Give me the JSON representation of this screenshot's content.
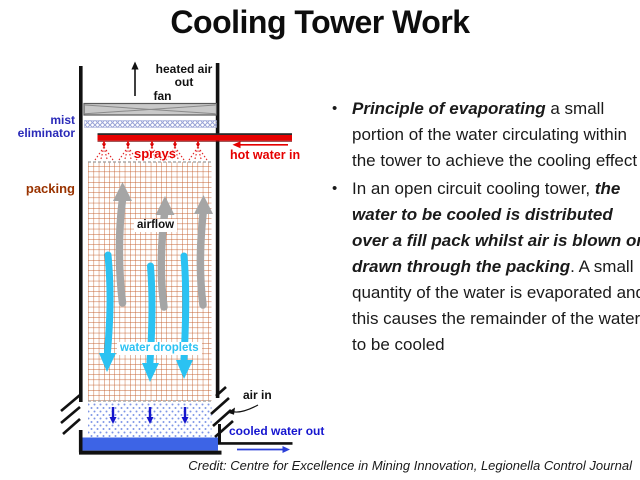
{
  "slide": {
    "title": "Cooling Tower Work",
    "bullet_glyph": "•",
    "credit": "Credit: Centre for Excellence in Mining Innovation, Legionella Control Journal"
  },
  "bullets": [
    {
      "segments": [
        {
          "style": "bold-italic",
          "text": "Principle of evaporating"
        },
        {
          "style": "regular",
          "text": " a small portion of the water circulating within the tower to achieve the cooling effect"
        }
      ]
    },
    {
      "segments": [
        {
          "style": "regular",
          "text": "In an open circuit cooling tower, "
        },
        {
          "style": "bold-italic",
          "text": "the water to be cooled is distributed over a fill pack whilst air is blown or drawn through the packing"
        },
        {
          "style": "regular",
          "text": ". A small quantity of the water is evaporated and this causes the remainder of the water to be cooled"
        }
      ]
    }
  ],
  "diagram": {
    "labels": {
      "heated_air": {
        "line1": "heated air",
        "line2": "out"
      },
      "fan": "fan",
      "mist_eliminator": {
        "line1": "mist",
        "line2": "eliminator"
      },
      "sprays": "sprays",
      "hot_water_in": "hot water in",
      "packing": "packing",
      "airflow": "airflow",
      "water_droplets": "water droplets",
      "air_in": "air in",
      "cooled_water_out": "cooled water out"
    },
    "colors": {
      "hot_red": "#e60000",
      "spray_red": "#e60000",
      "grid_brown": "#c4602f",
      "packing_label": "#9a3300",
      "mist_label_blue": "#2a2ab8",
      "droplet_cyan": "#2bc2f2",
      "airflow_gray": "#a5a5a5",
      "basin_water_blue": "#3d64e6",
      "outflow_label_blue": "#1515cf",
      "small_arrow_blue": "#1515cc",
      "fan_gray": "#c9c9c9"
    }
  }
}
